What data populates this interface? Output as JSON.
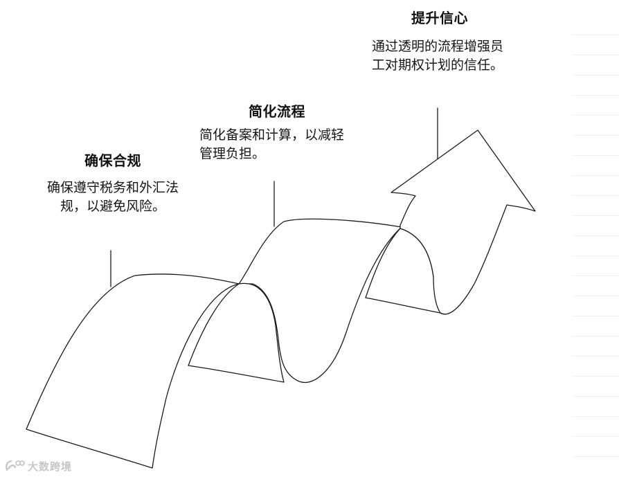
{
  "steps": [
    {
      "title": "确保合规",
      "description": "确保遵守税务和外汇法规，以避免风险。"
    },
    {
      "title": "简化流程",
      "description": "简化备案和计算，以减轻管理负担。"
    },
    {
      "title": "提升信心",
      "description": "通过透明的流程增强员工对期权计划的信任。"
    }
  ],
  "watermark": {
    "text": "大数跨境"
  }
}
